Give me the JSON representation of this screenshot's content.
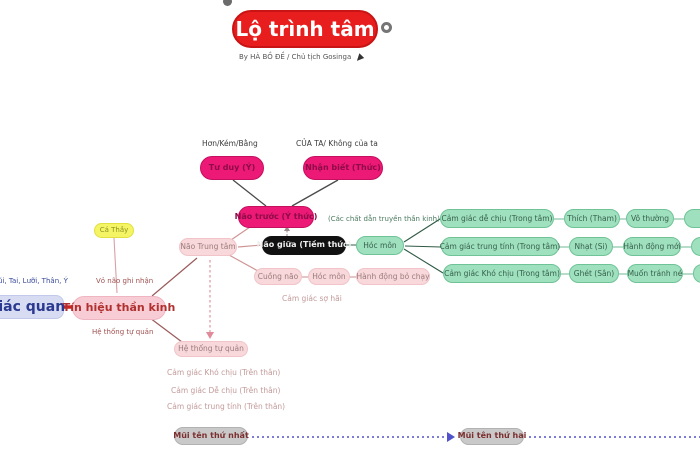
{
  "title": {
    "text": "Lộ trình tâm",
    "byline": "By HÀ BỒ ĐỀ / Chủ tịch Gosinga"
  },
  "nodes": {
    "tu_duy": "Tư duy (Ý)",
    "nhan_biet": "Nhận biết (Thức)",
    "nao_truoc": "Não trước (Ý thức)",
    "nao_trung_tam": "Não Trung tâm",
    "nao_giua": "Não giữa (Tiềm thức)",
    "hoc_mon": "Hóc môn",
    "ca_thay": "Cá Thầy",
    "giac_quan": "Giác quan",
    "tin_hieu": "Tín hiệu thần kinh",
    "he_thong_tu_quan": "Hệ thống tự quản",
    "cuong_nao": "Cuồng não",
    "hoc_mon_2": "Hóc môn",
    "hanh_dong_bo_chay": "Hành động bỏ chạy",
    "mui_ten_1": "Mũi tên thứ nhất",
    "mui_ten_2": "Mũi tên thứ hai"
  },
  "green_rows": [
    {
      "cells": [
        "Cảm giác dễ chịu (Trong tâm)",
        "Thích (Tham)",
        "Vô thường"
      ]
    },
    {
      "cells": [
        "Cảm giác trung tính (Trong tâm)",
        "Nhạt (Si)",
        "Hành động mới"
      ]
    },
    {
      "cells": [
        "Cảm giác Khó chịu (Trong tâm)",
        "Ghét (Sân)",
        "Muốn tránh né"
      ]
    }
  ],
  "labels": {
    "hon_kem_bang": "Hơn/Kém/Bằng",
    "cua_ta": "CỦA TA/ Không của ta",
    "cac_chat": "(Các chất dẫn truyền thần kinh)",
    "cam_giac_so_hai": "Cảm giác sợ hãi",
    "senses": "Mũi, Tai, Lưỡi, Thân, Ý",
    "vo_nao_ghi_nhan": "Vỏ não ghi nhận",
    "he_thong_tu_quan_edge": "Hệ thống tự quản",
    "tren_than_1": "Cảm giác Khó chịu (Trên thân)",
    "tren_than_2": "Cảm giác Dễ chịu (Trên thân)",
    "tren_than_3": "Cảm giác trung tính (Trên thân)"
  },
  "colors": {
    "title_red": "#e81e1e",
    "magenta": "#ec1976",
    "node_black": "#111111",
    "green": "#9fe0bf",
    "pink_light": "#f8d8da",
    "lavender": "#d7dcf3",
    "yellow": "#f4f464",
    "gray_node": "#c9c9c9",
    "arrow_blue": "#5252cc"
  }
}
